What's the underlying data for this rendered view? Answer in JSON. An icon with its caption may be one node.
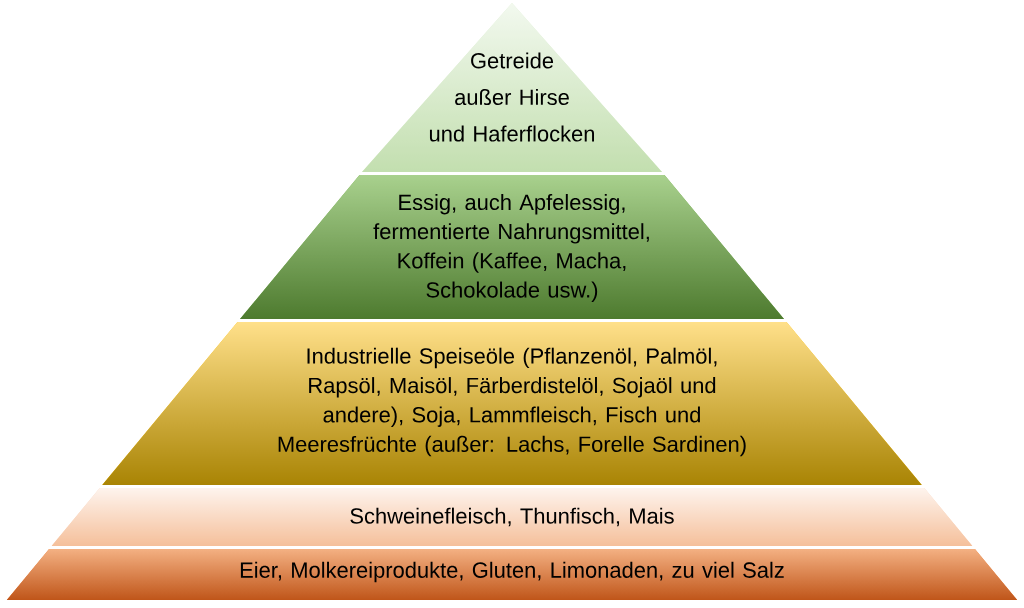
{
  "diagram": {
    "nodes": [
      {
        "text": [
          "Getreide außer Hirse und Haferflocken"
        ]
      },
      {
        "text": [
          "Essig, auch Apfelessig, fermentierte Nahrungsmittel, Koffein (Kaffee, Macha, Schokolade usw.)"
        ]
      },
      {
        "text": [
          "Industrielle Speiseöle (Pflanzenöl, Palmöl, Rapsöl, Maisöl, Färberdistelöl, Sojaöl und andere), Soja, Lammfleisch, Fisch und Meeresfrüchte (außer: Lachs, Forelle Sardinen)"
        ]
      },
      {
        "text": [
          "Schweinefleisch, Thunfisch, Mais"
        ]
      },
      {
        "text": [
          "Eier, Molkereiprodukte, Gluten, Limonaden, zu viel Salz"
        ]
      }
    ]
  }
}
